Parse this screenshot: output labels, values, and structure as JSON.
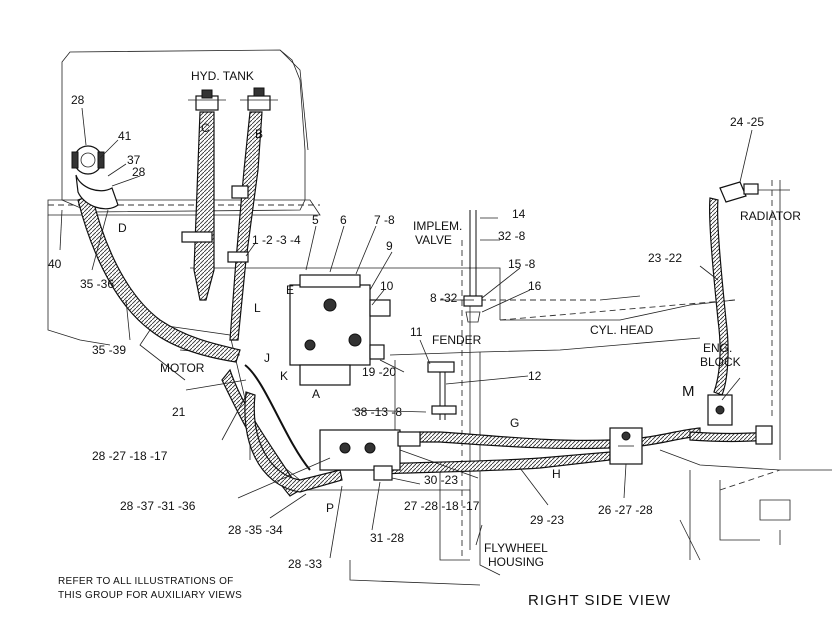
{
  "labels": {
    "hyd_tank": "HYD. TANK",
    "radiator": "RADIATOR",
    "implem_valve_1": "IMPLEM.",
    "implem_valve_2": "VALVE",
    "fender": "FENDER",
    "cyl_head": "CYL. HEAD",
    "eng_block_1": "ENG.",
    "eng_block_2": "BLOCK",
    "motor": "MOTOR",
    "flywheel_1": "FLYWHEEL",
    "flywheel_2": "HOUSING"
  },
  "hose_letters": {
    "c": "C",
    "b": "B",
    "d": "D",
    "e": "E",
    "l": "L",
    "k": "K",
    "j": "J",
    "a": "A",
    "g": "G",
    "h": "H",
    "p": "P",
    "m": "M"
  },
  "callouts": {
    "c28": "28",
    "c41": "41",
    "c37": "37",
    "c28b": "28",
    "c40": "40",
    "c35_36": "35 -36",
    "c35_39": "35 -39",
    "c1234": "1 -2 -3 -4",
    "c5": "5",
    "c6": "6",
    "c78": "7 -8",
    "c9": "9",
    "c10": "10",
    "c14": "14",
    "c32_8": "32 -8",
    "c15_8": "15 -8",
    "c16": "16",
    "c8_32": "8 -32",
    "c11": "11",
    "c12": "12",
    "c19_20": "19 -20",
    "c38_13_8": "38 -13 -8",
    "c21": "21",
    "c28_27_18_17": "28 -27 -18 -17",
    "c28_37_31_36": "28 -37 -31 -36",
    "c28_35_34": "28 -35 -34",
    "c28_33": "28 -33",
    "c31_28": "31 -28",
    "c27_28_18_17": "27 -28 -18 -17",
    "c30_23": "30 -23",
    "c29_23": "29 -23",
    "c26_27_28": "26 -27 -28",
    "c24_25": "24 -25",
    "c23_22": "23 -22"
  },
  "note": {
    "line1": "REFER TO ALL ILLUSTRATIONS OF",
    "line2": "THIS GROUP FOR AUXILIARY VIEWS"
  },
  "view_title": "RIGHT SIDE VIEW"
}
